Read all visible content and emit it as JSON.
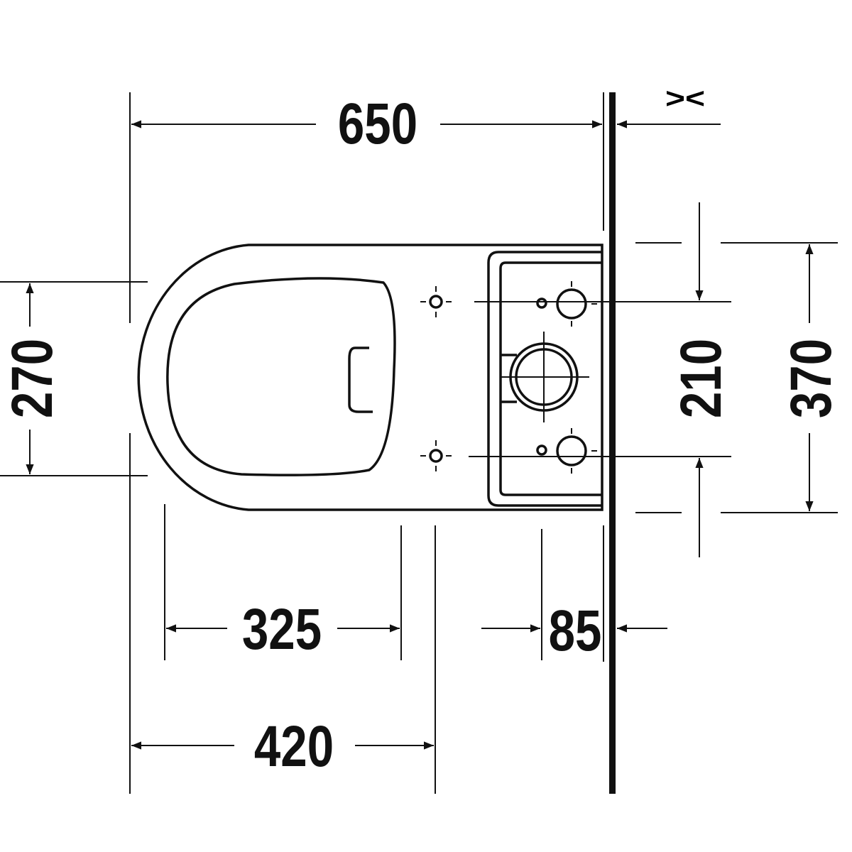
{
  "title": "Toilet plan view dimension drawing",
  "dimensions": {
    "overall_length": "650",
    "width": "270",
    "fixing_spacing": "210",
    "tank_width": "370",
    "seat_length": "325",
    "outlet_distance": "420",
    "outlet_wall_offset": "85",
    "adjustable_symbol": "><"
  },
  "colors": {
    "ink": "#111111",
    "background": "#ffffff"
  }
}
